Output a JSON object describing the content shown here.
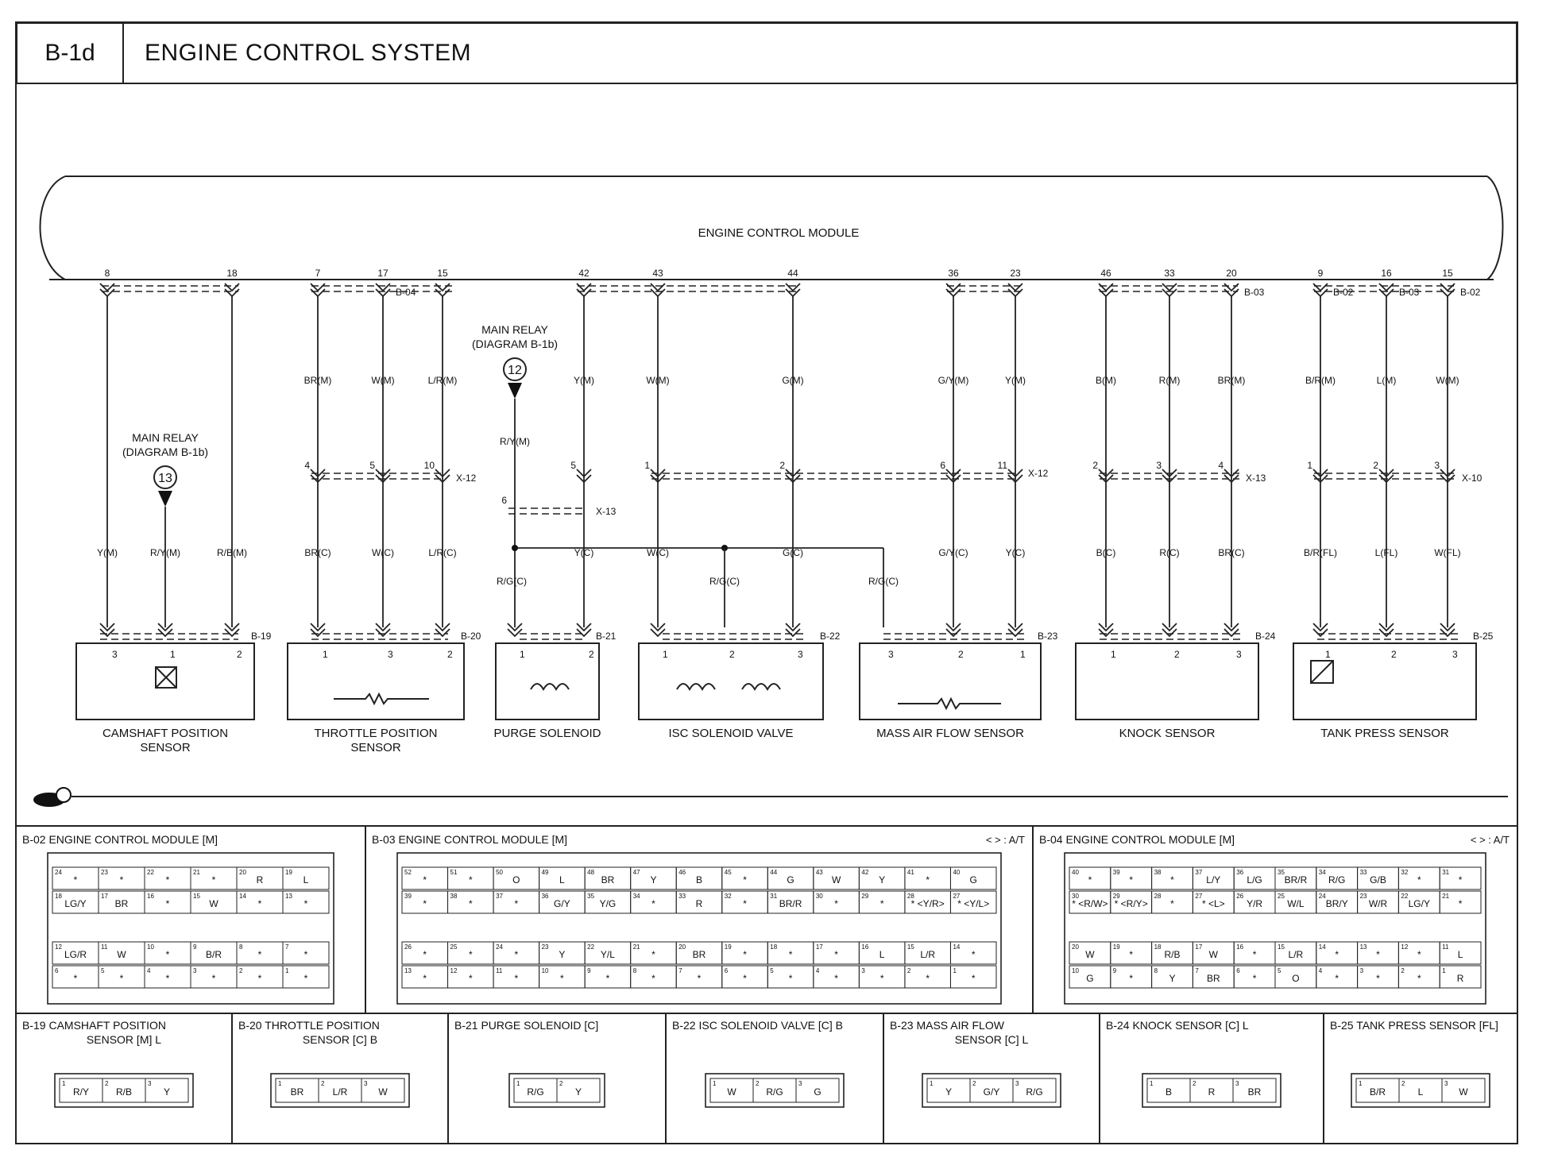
{
  "header": {
    "code": "B-1d",
    "title": "ENGINE CONTROL SYSTEM"
  },
  "ecm_label": "ENGINE CONTROL MODULE",
  "pins": [
    {
      "num": "8",
      "top": "",
      "mid": "",
      "bottom": "Y(M)",
      "conn": ""
    },
    {
      "num": "18",
      "top": "",
      "mid": "",
      "bottom": "R/B(M)",
      "conn": ""
    },
    {
      "num": "7",
      "top": "BR(M)",
      "mid": "4",
      "bottom": "BR(C)",
      "conn": ""
    },
    {
      "num": "17",
      "top": "W(M)",
      "mid": "5",
      "bottom": "W(C)",
      "conn": "B-04"
    },
    {
      "num": "15",
      "top": "L/R(M)",
      "mid": "10",
      "bottom": "L/R(C)",
      "conn": ""
    },
    {
      "num": "42",
      "top": "Y(M)",
      "mid": "5",
      "bottom": "Y(C)",
      "conn": ""
    },
    {
      "num": "43",
      "top": "W(M)",
      "mid": "1",
      "bottom": "W(C)",
      "conn": ""
    },
    {
      "num": "44",
      "top": "G(M)",
      "mid": "2",
      "bottom": "G(C)",
      "conn": ""
    },
    {
      "num": "36",
      "top": "G/Y(M)",
      "mid": "6",
      "bottom": "G/Y(C)",
      "conn": ""
    },
    {
      "num": "23",
      "top": "Y(M)",
      "mid": "11",
      "bottom": "Y(C)",
      "conn": ""
    },
    {
      "num": "46",
      "top": "B(M)",
      "mid": "2",
      "bottom": "B(C)",
      "conn": ""
    },
    {
      "num": "33",
      "top": "R(M)",
      "mid": "3",
      "bottom": "R(C)",
      "conn": ""
    },
    {
      "num": "20",
      "top": "BR(M)",
      "mid": "4",
      "bottom": "BR(C)",
      "conn": "B-03"
    },
    {
      "num": "9",
      "top": "B/R(M)",
      "mid": "1",
      "bottom": "B/R(FL)",
      "conn": "B-02"
    },
    {
      "num": "16",
      "top": "L(M)",
      "mid": "2",
      "bottom": "L(FL)",
      "conn": "B-03"
    },
    {
      "num": "15",
      "top": "W(M)",
      "mid": "3",
      "bottom": "W(FL)",
      "conn": "B-02"
    }
  ],
  "inline_connectors": [
    "X-12",
    "X-13",
    "X-12",
    "X-13",
    "X-10"
  ],
  "relays": [
    {
      "name": "MAIN RELAY",
      "ref": "(DIAGRAM B-1b)",
      "num": "13",
      "wire": "R/Y(M)"
    },
    {
      "name": "MAIN RELAY",
      "ref": "(DIAGRAM B-1b)",
      "num": "12",
      "wire": "R/Y(M)"
    }
  ],
  "extra_wires": {
    "purge_mid": "6",
    "rg": "R/G(C)"
  },
  "components": [
    {
      "conn": "B-19",
      "name": "CAMSHAFT POSITION",
      "name2": "SENSOR",
      "pins": [
        "3",
        "1",
        "2"
      ]
    },
    {
      "conn": "B-20",
      "name": "THROTTLE POSITION",
      "name2": "SENSOR",
      "pins": [
        "1",
        "3",
        "2"
      ]
    },
    {
      "conn": "B-21",
      "name": "PURGE SOLENOID",
      "name2": "",
      "pins": [
        "1",
        "2"
      ]
    },
    {
      "conn": "B-22",
      "name": "ISC SOLENOID VALVE",
      "name2": "",
      "pins": [
        "1",
        "2",
        "3"
      ]
    },
    {
      "conn": "B-23",
      "name": "MASS AIR FLOW SENSOR",
      "name2": "",
      "pins": [
        "3",
        "2",
        "1"
      ]
    },
    {
      "conn": "B-24",
      "name": "KNOCK SENSOR",
      "name2": "",
      "pins": [
        "1",
        "2",
        "3"
      ]
    },
    {
      "conn": "B-25",
      "name": "TANK PRESS SENSOR",
      "name2": "",
      "pins": [
        "1",
        "2",
        "3"
      ]
    }
  ],
  "ecm_connectors": [
    {
      "title": "B-02 ENGINE CONTROL MODULE [M]",
      "note": "",
      "rows": [
        [
          [
            "24",
            "*"
          ],
          [
            "23",
            "*"
          ],
          [
            "22",
            "*"
          ],
          [
            "21",
            "*"
          ],
          [
            "20",
            "R"
          ],
          [
            "19",
            "L"
          ]
        ],
        [
          [
            "18",
            "LG/Y"
          ],
          [
            "17",
            "BR"
          ],
          [
            "16",
            "*"
          ],
          [
            "15",
            "W"
          ],
          [
            "14",
            "*"
          ],
          [
            "13",
            "*"
          ]
        ],
        [
          [
            "12",
            "LG/R"
          ],
          [
            "11",
            "W"
          ],
          [
            "10",
            "*"
          ],
          [
            "9",
            "B/R"
          ],
          [
            "8",
            "*"
          ],
          [
            "7",
            "*"
          ]
        ],
        [
          [
            "6",
            "*"
          ],
          [
            "5",
            "*"
          ],
          [
            "4",
            "*"
          ],
          [
            "3",
            "*"
          ],
          [
            "2",
            "*"
          ],
          [
            "1",
            "*"
          ]
        ]
      ]
    },
    {
      "title": "B-03 ENGINE CONTROL MODULE [M]",
      "note": "< > : A/T",
      "rows": [
        [
          [
            "52",
            "*"
          ],
          [
            "51",
            "*"
          ],
          [
            "50",
            "O"
          ],
          [
            "49",
            "L"
          ],
          [
            "48",
            "BR"
          ],
          [
            "47",
            "Y"
          ],
          [
            "46",
            "B"
          ],
          [
            "45",
            "*"
          ],
          [
            "44",
            "G"
          ],
          [
            "43",
            "W"
          ],
          [
            "42",
            "Y"
          ],
          [
            "41",
            "*"
          ],
          [
            "40",
            "G"
          ]
        ],
        [
          [
            "39",
            "*"
          ],
          [
            "38",
            "*"
          ],
          [
            "37",
            "*"
          ],
          [
            "36",
            "G/Y"
          ],
          [
            "35",
            "Y/G"
          ],
          [
            "34",
            "*"
          ],
          [
            "33",
            "R"
          ],
          [
            "32",
            "*"
          ],
          [
            "31",
            "BR/R"
          ],
          [
            "30",
            "*"
          ],
          [
            "29",
            "*"
          ],
          [
            "28",
            "* <Y/R>"
          ],
          [
            "27",
            "* <Y/L>"
          ]
        ],
        [
          [
            "26",
            "*"
          ],
          [
            "25",
            "*"
          ],
          [
            "24",
            "*"
          ],
          [
            "23",
            "Y"
          ],
          [
            "22",
            "Y/L"
          ],
          [
            "21",
            "*"
          ],
          [
            "20",
            "BR"
          ],
          [
            "19",
            "*"
          ],
          [
            "18",
            "*"
          ],
          [
            "17",
            "*"
          ],
          [
            "16",
            "L"
          ],
          [
            "15",
            "L/R"
          ],
          [
            "14",
            "*"
          ]
        ],
        [
          [
            "13",
            "*"
          ],
          [
            "12",
            "*"
          ],
          [
            "11",
            "*"
          ],
          [
            "10",
            "*"
          ],
          [
            "9",
            "*"
          ],
          [
            "8",
            "*"
          ],
          [
            "7",
            "*"
          ],
          [
            "6",
            "*"
          ],
          [
            "5",
            "*"
          ],
          [
            "4",
            "*"
          ],
          [
            "3",
            "*"
          ],
          [
            "2",
            "*"
          ],
          [
            "1",
            "*"
          ]
        ]
      ]
    },
    {
      "title": "B-04 ENGINE CONTROL MODULE [M]",
      "note": "< > : A/T",
      "rows": [
        [
          [
            "40",
            "*"
          ],
          [
            "39",
            "*"
          ],
          [
            "38",
            "*"
          ],
          [
            "37",
            "L/Y"
          ],
          [
            "36",
            "L/G"
          ],
          [
            "35",
            "BR/R"
          ],
          [
            "34",
            "R/G"
          ],
          [
            "33",
            "G/B"
          ],
          [
            "32",
            "*"
          ],
          [
            "31",
            "*"
          ]
        ],
        [
          [
            "30",
            "* <R/W>"
          ],
          [
            "29",
            "* <R/Y>"
          ],
          [
            "28",
            "*"
          ],
          [
            "27",
            "* <L>"
          ],
          [
            "26",
            "Y/R"
          ],
          [
            "25",
            "W/L"
          ],
          [
            "24",
            "BR/Y"
          ],
          [
            "23",
            "W/R"
          ],
          [
            "22",
            "LG/Y"
          ],
          [
            "21",
            "*"
          ]
        ],
        [
          [
            "20",
            "W"
          ],
          [
            "19",
            "*"
          ],
          [
            "18",
            "R/B"
          ],
          [
            "17",
            "W"
          ],
          [
            "16",
            "*"
          ],
          [
            "15",
            "L/R"
          ],
          [
            "14",
            "*"
          ],
          [
            "13",
            "*"
          ],
          [
            "12",
            "*"
          ],
          [
            "11",
            "L"
          ]
        ],
        [
          [
            "10",
            "G"
          ],
          [
            "9",
            "*"
          ],
          [
            "8",
            "Y"
          ],
          [
            "7",
            "BR"
          ],
          [
            "6",
            "*"
          ],
          [
            "5",
            "O"
          ],
          [
            "4",
            "*"
          ],
          [
            "3",
            "*"
          ],
          [
            "2",
            "*"
          ],
          [
            "1",
            "R"
          ]
        ]
      ]
    }
  ],
  "small_connectors": [
    {
      "title": "B-19 CAMSHAFT POSITION",
      "title2": "SENSOR [M] L",
      "cells": [
        [
          "1",
          "R/Y"
        ],
        [
          "2",
          "R/B"
        ],
        [
          "3",
          "Y"
        ]
      ]
    },
    {
      "title": "B-20 THROTTLE POSITION",
      "title2": "SENSOR [C] B",
      "cells": [
        [
          "1",
          "BR"
        ],
        [
          "2",
          "L/R"
        ],
        [
          "3",
          "W"
        ]
      ]
    },
    {
      "title": "B-21 PURGE SOLENOID [C]",
      "title2": "",
      "cells": [
        [
          "1",
          "R/G"
        ],
        [
          "2",
          "Y"
        ]
      ]
    },
    {
      "title": "B-22 ISC SOLENOID VALVE [C] B",
      "title2": "",
      "cells": [
        [
          "1",
          "W"
        ],
        [
          "2",
          "R/G"
        ],
        [
          "3",
          "G"
        ]
      ]
    },
    {
      "title": "B-23 MASS AIR FLOW",
      "title2": "SENSOR [C] L",
      "cells": [
        [
          "1",
          "Y"
        ],
        [
          "2",
          "G/Y"
        ],
        [
          "3",
          "R/G"
        ]
      ]
    },
    {
      "title": "B-24 KNOCK SENSOR [C] L",
      "title2": "",
      "cells": [
        [
          "1",
          "B"
        ],
        [
          "2",
          "R"
        ],
        [
          "3",
          "BR"
        ]
      ]
    },
    {
      "title": "B-25 TANK PRESS SENSOR [FL]",
      "title2": "",
      "cells": [
        [
          "1",
          "B/R"
        ],
        [
          "2",
          "L"
        ],
        [
          "3",
          "W"
        ]
      ]
    }
  ]
}
